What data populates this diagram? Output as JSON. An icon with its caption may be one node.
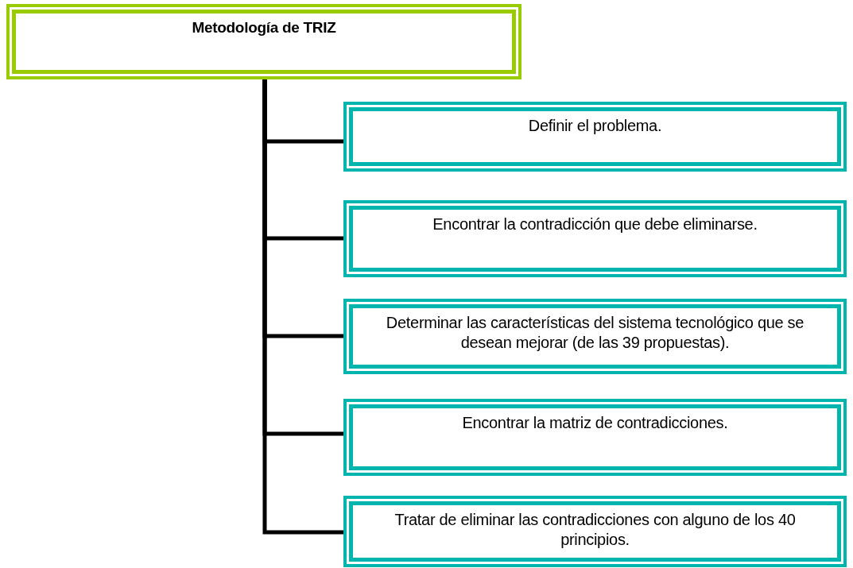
{
  "diagram": {
    "nodes": [
      {
        "text": [
          "Metodología de TRIZ"
        ]
      },
      {
        "text": [
          "Definir el problema."
        ]
      },
      {
        "text": [
          "Encontrar la contradicción que debe eliminarse."
        ]
      },
      {
        "text": [
          "Determinar las características del sistema tecnológico que se desean mejorar (de las 39 propuestas)."
        ]
      },
      {
        "text": [
          "Encontrar la matriz de contradicciones."
        ]
      },
      {
        "text": [
          "Tratar de eliminar las contradicciones con alguno de los 40 principios."
        ]
      }
    ],
    "edges": [
      {
        "from": 0,
        "to": 1,
        "arrow": "none"
      },
      {
        "from": 0,
        "to": 2,
        "arrow": "none"
      },
      {
        "from": 0,
        "to": 3,
        "arrow": "none"
      },
      {
        "from": 0,
        "to": 4,
        "arrow": "none"
      },
      {
        "from": 0,
        "to": 5,
        "arrow": "none"
      }
    ]
  }
}
